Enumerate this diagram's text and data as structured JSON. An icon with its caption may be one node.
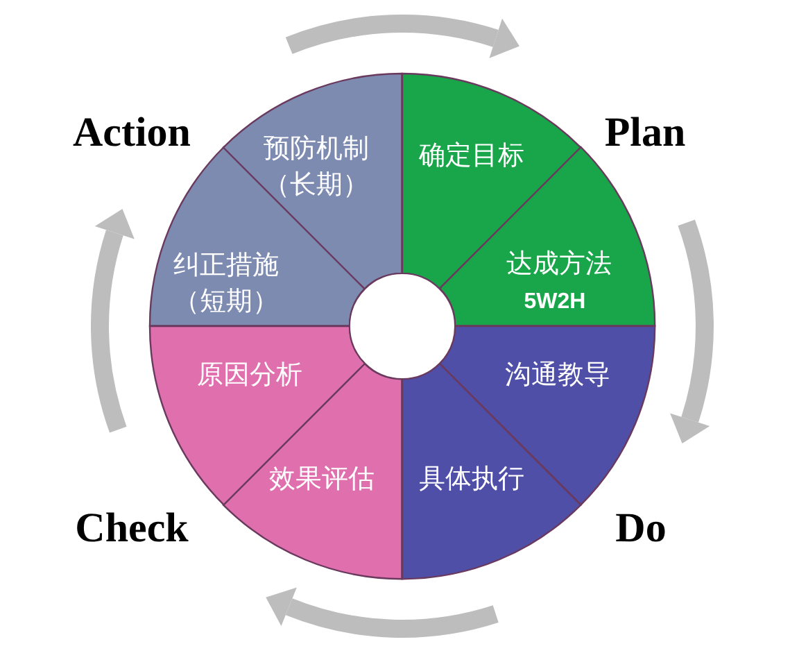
{
  "diagram": {
    "nodes": [
      {
        "text": [
          "确定目标"
        ]
      },
      {
        "text": [
          "达成方法",
          "5W2H"
        ]
      },
      {
        "text": [
          "沟通教导"
        ]
      },
      {
        "text": [
          "具体执行"
        ]
      },
      {
        "text": [
          "效果评估"
        ]
      },
      {
        "text": [
          "原因分析"
        ]
      },
      {
        "text": [
          "纠正措施（短期）"
        ]
      },
      {
        "text": [
          "预防机制（长期）"
        ]
      },
      {
        "text": [],
        "shape": "circle"
      }
    ],
    "edges": [],
    "labels": [
      "Action",
      "Plan",
      "Check",
      "Do"
    ]
  }
}
